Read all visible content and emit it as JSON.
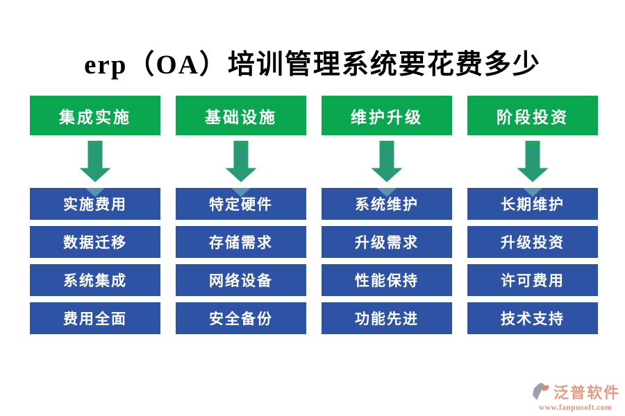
{
  "title": "erp（OA）培训管理系统要花费多少",
  "colors": {
    "header_green": "#0ba750",
    "box_blue": "#2e53a4",
    "arrow_teal": "#2a9876",
    "arrow_edge_green": "#14b058",
    "logo_salmon": "#e79b85",
    "title_black": "#000000"
  },
  "columns": [
    {
      "header": "集成实施",
      "items": [
        "实施费用",
        "数据迁移",
        "系统集成",
        "费用全面"
      ]
    },
    {
      "header": "基础设施",
      "items": [
        "特定硬件",
        "存储需求",
        "网络设备",
        "安全备份"
      ]
    },
    {
      "header": "维护升级",
      "items": [
        "系统维护",
        "升级需求",
        "性能保持",
        "功能先进"
      ]
    },
    {
      "header": "阶段投资",
      "items": [
        "长期维护",
        "升级投资",
        "许可费用",
        "技术支持"
      ]
    }
  ],
  "logo": {
    "name": "泛普软件",
    "url": "www.fanpusoft.com"
  }
}
